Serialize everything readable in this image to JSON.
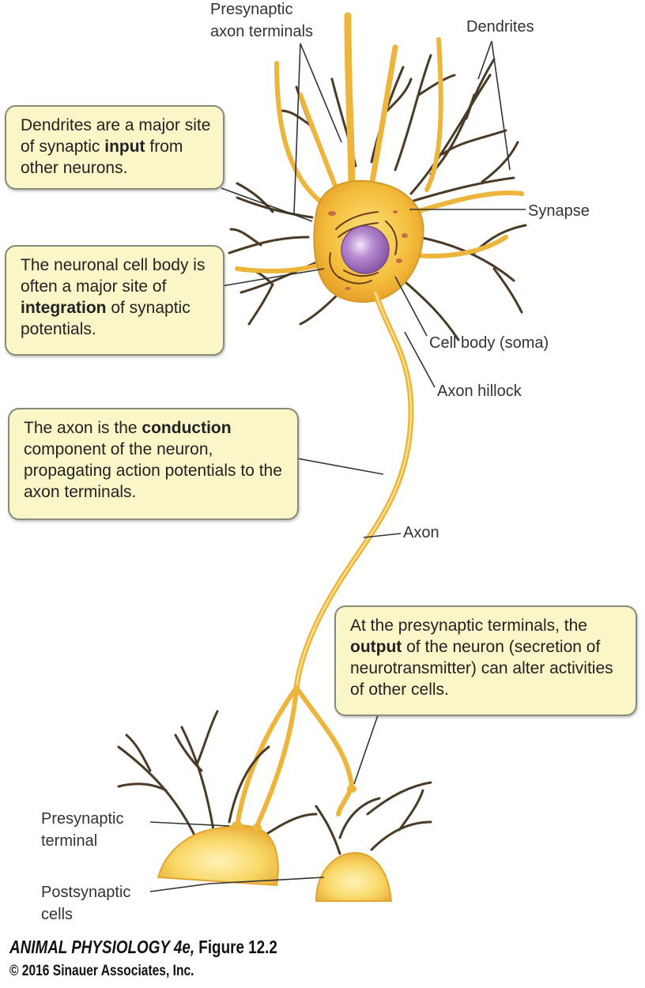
{
  "callouts": {
    "dendrites": {
      "before": "Dendrites are a major site of synaptic ",
      "bold": "input",
      "after": " from other neurons."
    },
    "cell_body": {
      "before": "The neuronal cell body is often a major site of ",
      "bold": "integration",
      "after": " of synaptic potentials."
    },
    "axon": {
      "before": "The axon is the ",
      "bold": "conduction",
      "after": " component of the neuron, propagating action potentials to the axon terminals."
    },
    "terminals": {
      "before": "At the presynaptic terminals, the ",
      "bold": "output",
      "after": " of the neuron (secretion of neurotransmitter) can alter activities of other cells."
    }
  },
  "labels": {
    "presynaptic_axon_terminals_1": "Presynaptic",
    "presynaptic_axon_terminals_2": "axon terminals",
    "dendrites": "Dendrites",
    "synapse": "Synapse",
    "cell_body": "Cell body (soma)",
    "axon_hillock": "Axon hillock",
    "axon": "Axon",
    "presynaptic_terminal_1": "Presynaptic",
    "presynaptic_terminal_2": "terminal",
    "postsynaptic_cells_1": "Postsynaptic",
    "postsynaptic_cells_2": "cells"
  },
  "caption": {
    "book": "ANIMAL PHYSIOLOGY 4e,",
    "figure": "Figure 12.2",
    "copyright": "© 2016 Sinauer Associates, Inc."
  },
  "colors": {
    "neuron_fill": "#f5c64a",
    "neuron_stroke": "#c8901e",
    "dendrite_dark": "#4a3a26",
    "nucleus": "#a878c0",
    "callout_bg": "#fbf6c8"
  }
}
